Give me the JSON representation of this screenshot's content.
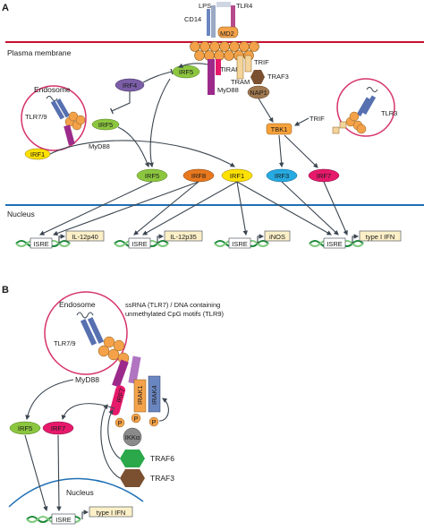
{
  "colors": {
    "membrane": "#c8102e",
    "nucleus": "#1f6fb5",
    "orange_domain": "#f4a24a",
    "receptor_blue": "#5670b0",
    "irf5": "#8cc63f",
    "irf8": "#e8781e",
    "irf1": "#ffe100",
    "irf3": "#27aae1",
    "irf7": "#e6196b",
    "irf4": "#7b5ea7",
    "tbk1": "#f7a13a",
    "nap1": "#a07850",
    "traf3": "#7a5030",
    "traf6": "#2aa84a",
    "ikka": "#8a8a8a",
    "phospho": "#f4a24a",
    "endosome": "#d6336c",
    "dna_green": "#1e8a3a",
    "gene_box": "#fdf0c8"
  },
  "panelA": {
    "label": "A",
    "membrane_label": "Plasma membrane",
    "nucleus_label": "Nucleus",
    "endosome_label": "Endosome",
    "lps": "LPS",
    "tlr4": "TLR4",
    "cd14": "CD14",
    "md2": "MD2",
    "tirap": "TIRAP",
    "myd88_top": "MyD88",
    "tram": "TRAM",
    "trif_top": "TRIF",
    "traf3": "TRAF3",
    "nap1": "NAP1",
    "tbk1": "TBK1",
    "trif_right": "TRIF",
    "tlr3": "TLR3",
    "tlr79": "TLR7/9",
    "myd88_left": "MyD88",
    "irf4": "IRF4",
    "irf5_top": "IRF5",
    "irf5_endo": "IRF5",
    "irf1_endo": "IRF1",
    "tf_row": [
      "IRF5",
      "IRF8",
      "IRF1",
      "IRF3",
      "IRF7"
    ],
    "isre": "ISRE",
    "genes": [
      "IL-12p40",
      "IL-12p35",
      "iNOS",
      "type I IFN"
    ]
  },
  "panelB": {
    "label": "B",
    "endosome_label": "Endosome",
    "ligand_text": [
      "ssRNA (TLR7) / DNA containing",
      "unmethylated CpG motifs (TLR9)"
    ],
    "tlr79": "TLR7/9",
    "myd88": "MyD88",
    "irf7_bar": "IRF7",
    "irak1": "IRAK1",
    "irak4": "IRAK4",
    "phospho": "P",
    "ikka": "IKKα",
    "traf6": "TRAF6",
    "traf3": "TRAF3",
    "irf5": "IRF5",
    "irf7": "IRF7",
    "nucleus_label": "Nucleus",
    "isre": "ISRE",
    "gene": "type I IFN"
  }
}
